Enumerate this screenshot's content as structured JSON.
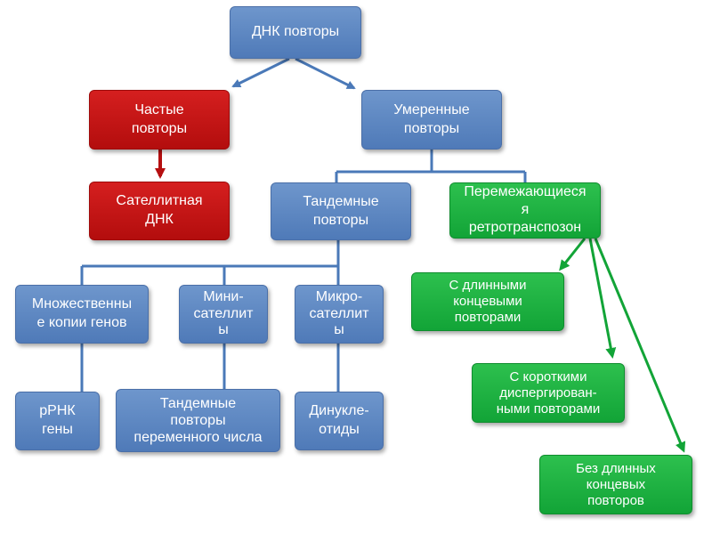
{
  "colors": {
    "blue": "#5b86c0",
    "red": "#c00f10",
    "green": "#18ad3e"
  },
  "nodes": {
    "root": "ДНК повторы",
    "frequent": "Частые\nповторы",
    "moderate": "Умеренные\nповторы",
    "satellite": "Сателлитная\nДНК",
    "tandem": "Тандемные\nповторы",
    "retro": "Перемежающиеся\nя\nретротранспозон\nы",
    "multiple": "Множественны\nе копии генов",
    "mini": "Мини-\nсателлит\nы",
    "micro": "Микро-\nсателлит\nы",
    "long_terminal": "С длинными\nконцевыми\nповторами",
    "short_dispersed": "С короткими\nдиспергирован-\nными повторами",
    "no_long": "Без длинных\nконцевых\nповторов",
    "rrna": "рРНК\nгены",
    "vntr": "Тандемные\nповторы\nпеременного числа",
    "dinucl": "Динукле-\nотиды"
  }
}
